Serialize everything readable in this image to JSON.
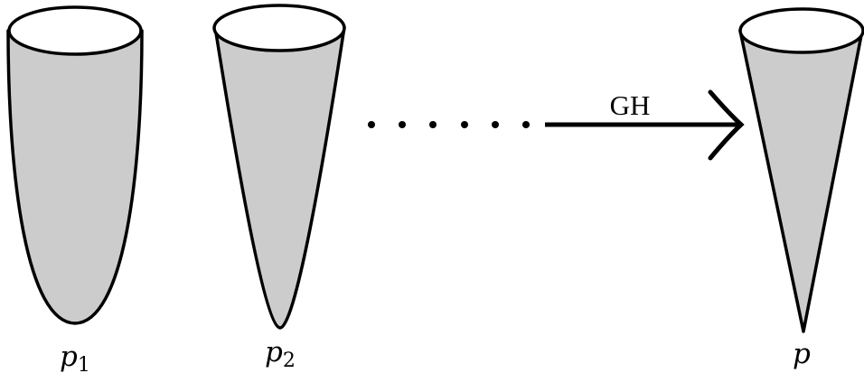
{
  "labels": {
    "first": {
      "base": "p",
      "subscript": "1"
    },
    "second": {
      "base": "p",
      "subscript": "2"
    },
    "limit": {
      "base": "p"
    }
  },
  "arrow_label": "GH",
  "dots_count": 6,
  "colors": {
    "fill": "#cccccc",
    "stroke": "#000000",
    "rim": "#ffffff"
  }
}
